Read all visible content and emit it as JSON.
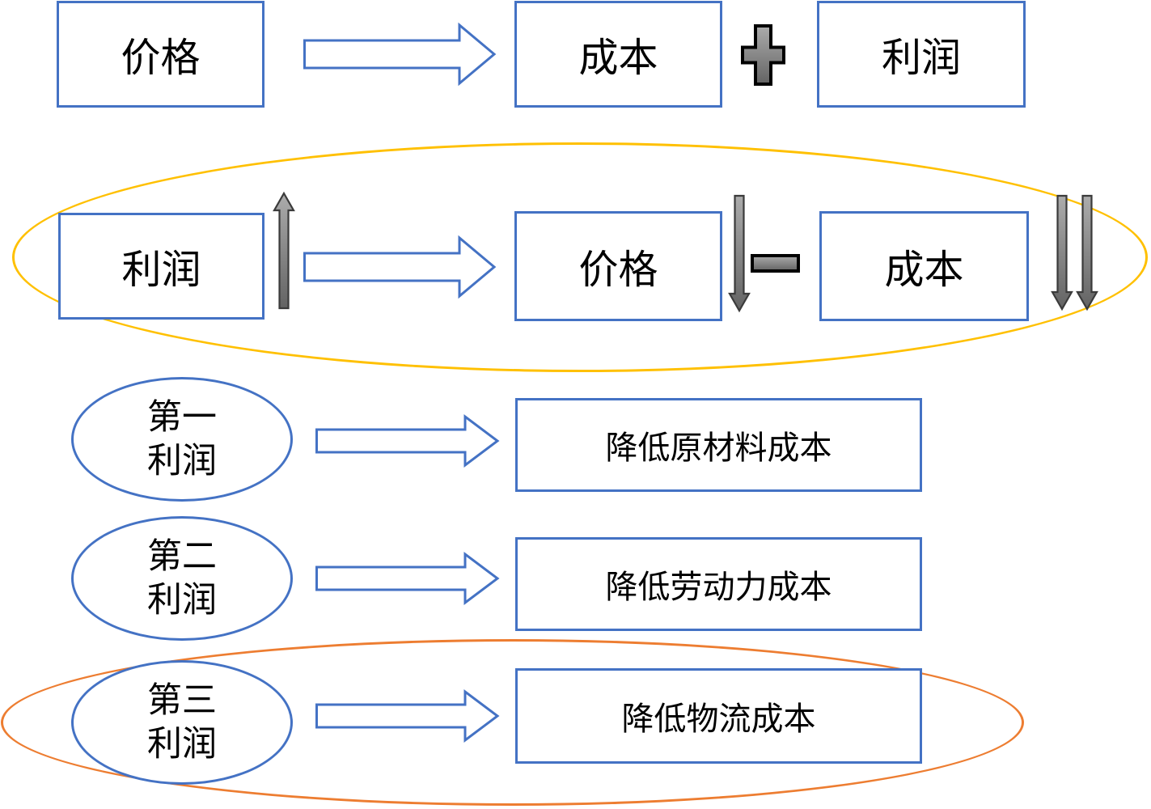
{
  "colors": {
    "box_stroke": "#4472C4",
    "arrow_stroke": "#4472C4",
    "yellow": "#FFC000",
    "orange": "#ED7D31",
    "gray_fill": "#8C8C8C",
    "gray_dark": "#3B3B3B",
    "text": "#000000"
  },
  "row1": {
    "price": "价格",
    "cost": "成本",
    "profit": "利润"
  },
  "row2": {
    "profit": "利润",
    "price": "价格",
    "cost": "成本"
  },
  "row3": {
    "ellipse_line1": "第一",
    "ellipse_line2": "利润",
    "box": "降低原材料成本"
  },
  "row4": {
    "ellipse_line1": "第二",
    "ellipse_line2": "利润",
    "box": "降低劳动力成本"
  },
  "row5": {
    "ellipse_line1": "第三",
    "ellipse_line2": "利润",
    "box": "降低物流成本"
  }
}
